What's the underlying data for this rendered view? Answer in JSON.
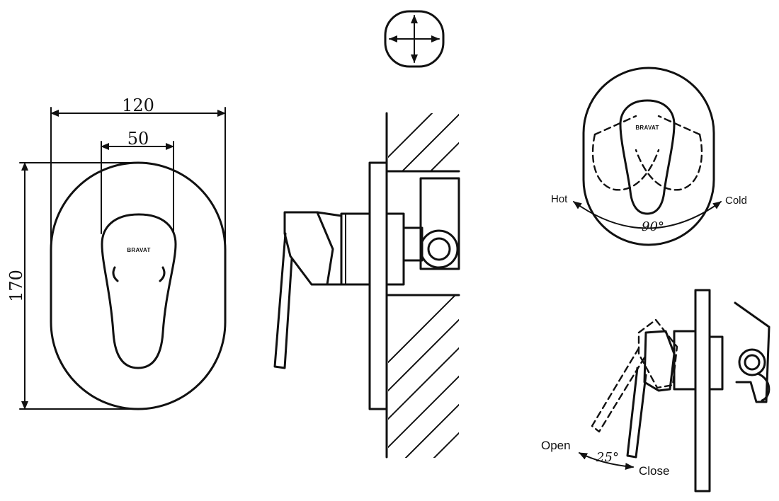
{
  "front_view": {
    "width_dim": "120",
    "handle_dim": "50",
    "height_dim": "170",
    "logo": "BRAVAT"
  },
  "rotation_view": {
    "logo": "BRAVAT",
    "hot_label": "Hot",
    "cold_label": "Cold",
    "angle_label": "90°"
  },
  "tilt_view": {
    "open_label": "Open",
    "close_label": "Close",
    "angle_label": "25°"
  }
}
